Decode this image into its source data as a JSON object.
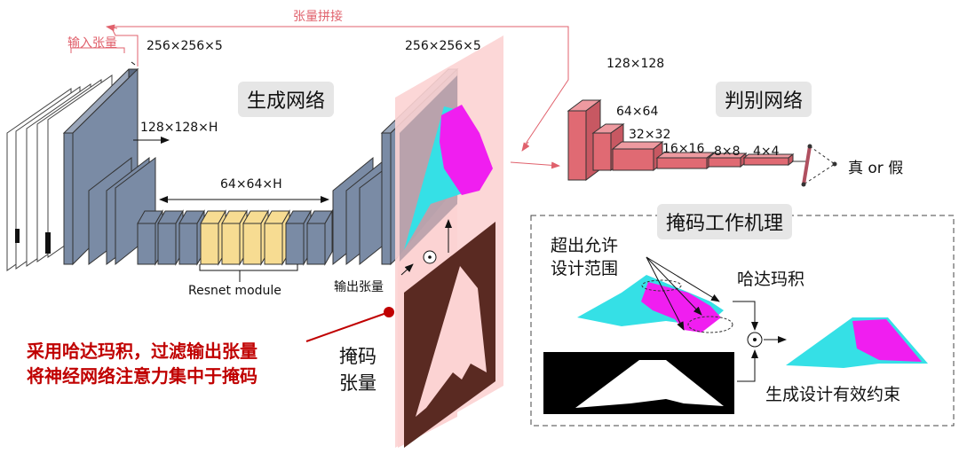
{
  "generator": {
    "title": "生成网络",
    "input_label": "输入张量",
    "input_dim": "256×256×5",
    "dim_128": "128×128×H",
    "dim_64": "64×64×H",
    "resnet_label": "Resnet module",
    "output_dim": "256×256×5",
    "output_label": "输出张量",
    "concat_label": "张量拼接",
    "mask_tensor_label_1": "掩码",
    "mask_tensor_label_2": "张量"
  },
  "discriminator": {
    "title": "判别网络",
    "sizes": [
      "128×128",
      "64×64",
      "32×32",
      "16×16",
      "8×8",
      "4×4"
    ],
    "output": "真 or 假"
  },
  "mask_mechanism": {
    "title": "掩码工作机理",
    "beyond_label_1": "超出允许",
    "beyond_label_2": "设计范围",
    "hadamard": "哈达玛积",
    "constraint": "生成设计有效约束"
  },
  "annotation": {
    "line1": "采用哈达玛积，过滤输出张量",
    "line2": "将神经网络注意力集中于掩码"
  },
  "colors": {
    "layer_blue": "#7a8ba5",
    "resnet_yellow": "#f7dc92",
    "disc_red": "#e06a73",
    "mask_pink": "#fcd3d3",
    "cyan": "#35e0e6",
    "magenta": "#f01ef0",
    "accent_red": "#c00000"
  }
}
